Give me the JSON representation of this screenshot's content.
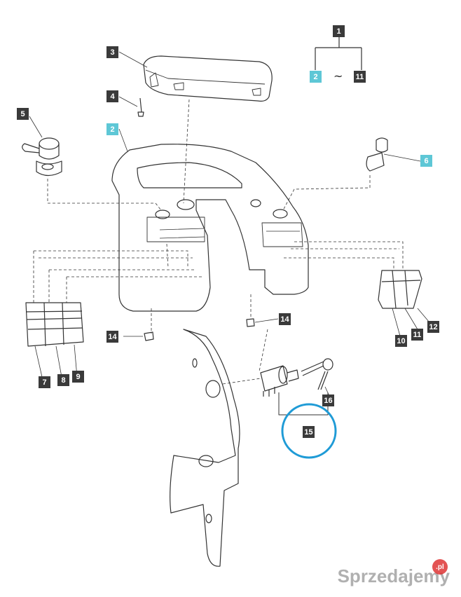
{
  "callouts": {
    "c1": "1",
    "c2_range": "2",
    "tilde": "~",
    "c11_range": "11",
    "c3": "3",
    "c4": "4",
    "c5": "5",
    "c2_part": "2",
    "c6": "6",
    "c7": "7",
    "c8": "8",
    "c9": "9",
    "c10": "10",
    "c11": "11",
    "c12": "12",
    "c14_left": "14",
    "c14_mid": "14",
    "c15": "15",
    "c16": "16"
  },
  "watermark": {
    "text": "Sprzedajemy",
    "badge": ".pl"
  },
  "colors": {
    "label_bg": "#3a3a3a",
    "highlight_label_bg": "#5ec7d6",
    "circle": "#1f9bd6",
    "line": "#333333"
  }
}
